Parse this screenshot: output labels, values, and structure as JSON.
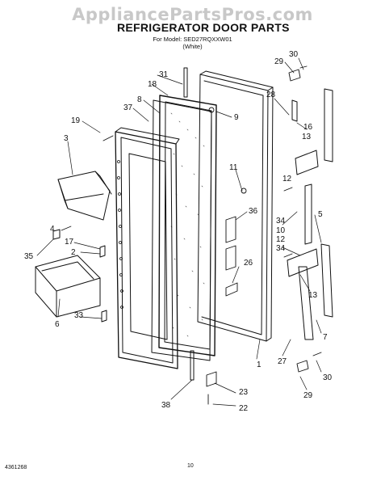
{
  "watermark": "AppliancePartsPros.com",
  "title": "REFRIGERATOR DOOR PARTS",
  "model_line": "For Model: SED27RQXXW01",
  "color_line": "(White)",
  "footer": {
    "doc_number": "4361268",
    "page": "10"
  },
  "callouts": [
    {
      "label": "31"
    },
    {
      "label": "18"
    },
    {
      "label": "8"
    },
    {
      "label": "37"
    },
    {
      "label": "19"
    },
    {
      "label": "3"
    },
    {
      "label": "9"
    },
    {
      "label": "28"
    },
    {
      "label": "29"
    },
    {
      "label": "30"
    },
    {
      "label": "16"
    },
    {
      "label": "13"
    },
    {
      "label": "12"
    },
    {
      "label": "11"
    },
    {
      "label": "36"
    },
    {
      "label": "34"
    },
    {
      "label": "10"
    },
    {
      "label": "12"
    },
    {
      "label": "34"
    },
    {
      "label": "5"
    },
    {
      "label": "4"
    },
    {
      "label": "17"
    },
    {
      "label": "2"
    },
    {
      "label": "35"
    },
    {
      "label": "26"
    },
    {
      "label": "13"
    },
    {
      "label": "6"
    },
    {
      "label": "33"
    },
    {
      "label": "7"
    },
    {
      "label": "1"
    },
    {
      "label": "27"
    },
    {
      "label": "30"
    },
    {
      "label": "29"
    },
    {
      "label": "23"
    },
    {
      "label": "38"
    },
    {
      "label": "22"
    }
  ]
}
